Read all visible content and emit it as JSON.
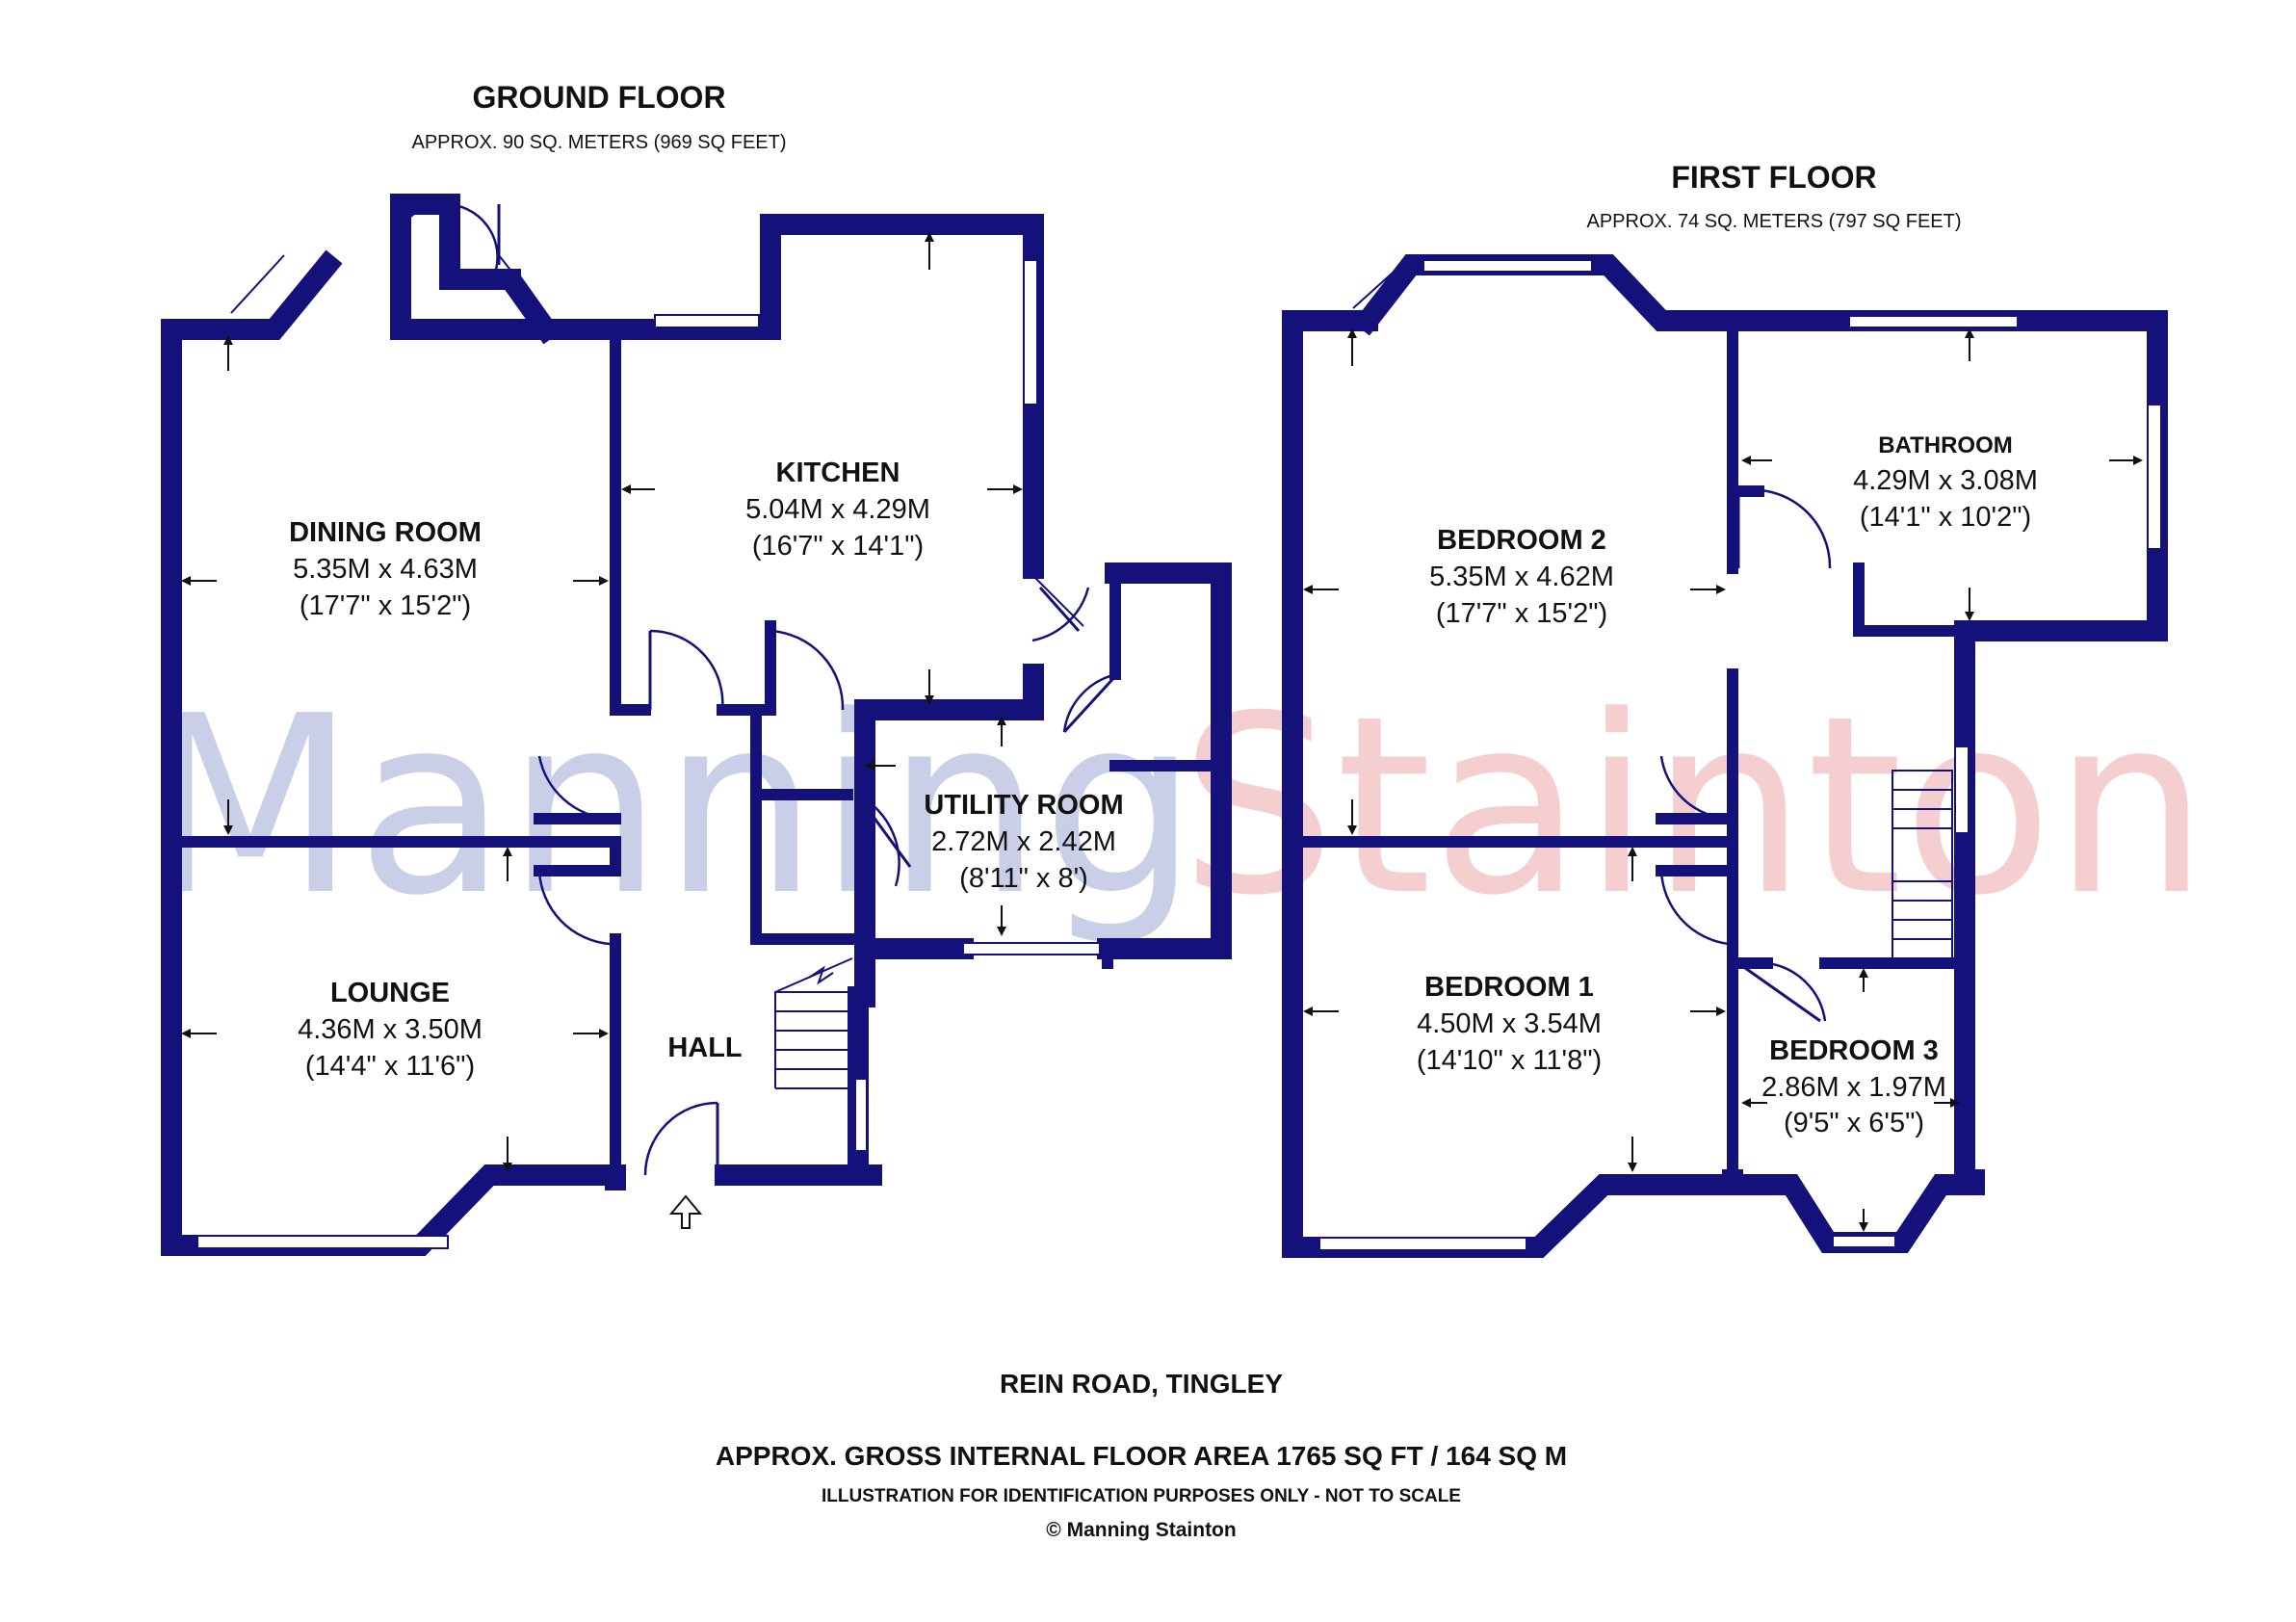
{
  "brand": {
    "watermark_left": "Manning",
    "watermark_right": "Stainton",
    "colors": {
      "wall": "#14117a",
      "watermark_blue": "#c9cfe6",
      "watermark_red": "#f5cfd0",
      "text": "#111111"
    }
  },
  "ground_floor": {
    "title": "GROUND FLOOR",
    "area": "APPROX. 90 SQ. METERS (969 SQ FEET)",
    "rooms": [
      {
        "name": "DINING ROOM",
        "metric": "5.35M x 4.63M",
        "imperial": "(17'7\" x 15'2\")"
      },
      {
        "name": "KITCHEN",
        "metric": "5.04M x 4.29M",
        "imperial": "(16'7\" x 14'1\")"
      },
      {
        "name": "UTILITY ROOM",
        "metric": "2.72M x 2.42M",
        "imperial": "(8'11\" x 8')"
      },
      {
        "name": "LOUNGE",
        "metric": "4.36M x 3.50M",
        "imperial": "(14'4\" x 11'6\")"
      },
      {
        "name": "HALL"
      }
    ]
  },
  "first_floor": {
    "title": "FIRST FLOOR",
    "area": "APPROX. 74 SQ. METERS (797 SQ FEET)",
    "rooms": [
      {
        "name": "BEDROOM 2",
        "metric": "5.35M x 4.62M",
        "imperial": "(17'7\" x 15'2\")"
      },
      {
        "name": "BATHROOM",
        "metric": "4.29M x 3.08M",
        "imperial": "(14'1\" x 10'2\")"
      },
      {
        "name": "BEDROOM 1",
        "metric": "4.50M x 3.54M",
        "imperial": "(14'10\" x 11'8\")"
      },
      {
        "name": "BEDROOM 3",
        "metric": "2.86M x 1.97M",
        "imperial": "(9'5\" x 6'5\")"
      }
    ]
  },
  "footer": {
    "address": "REIN ROAD, TINGLEY",
    "gross_area": "APPROX. GROSS INTERNAL FLOOR AREA 1765 SQ FT / 164 SQ M",
    "disclaimer": "ILLUSTRATION FOR IDENTIFICATION PURPOSES ONLY - NOT TO SCALE",
    "copyright": "© Manning Stainton"
  }
}
